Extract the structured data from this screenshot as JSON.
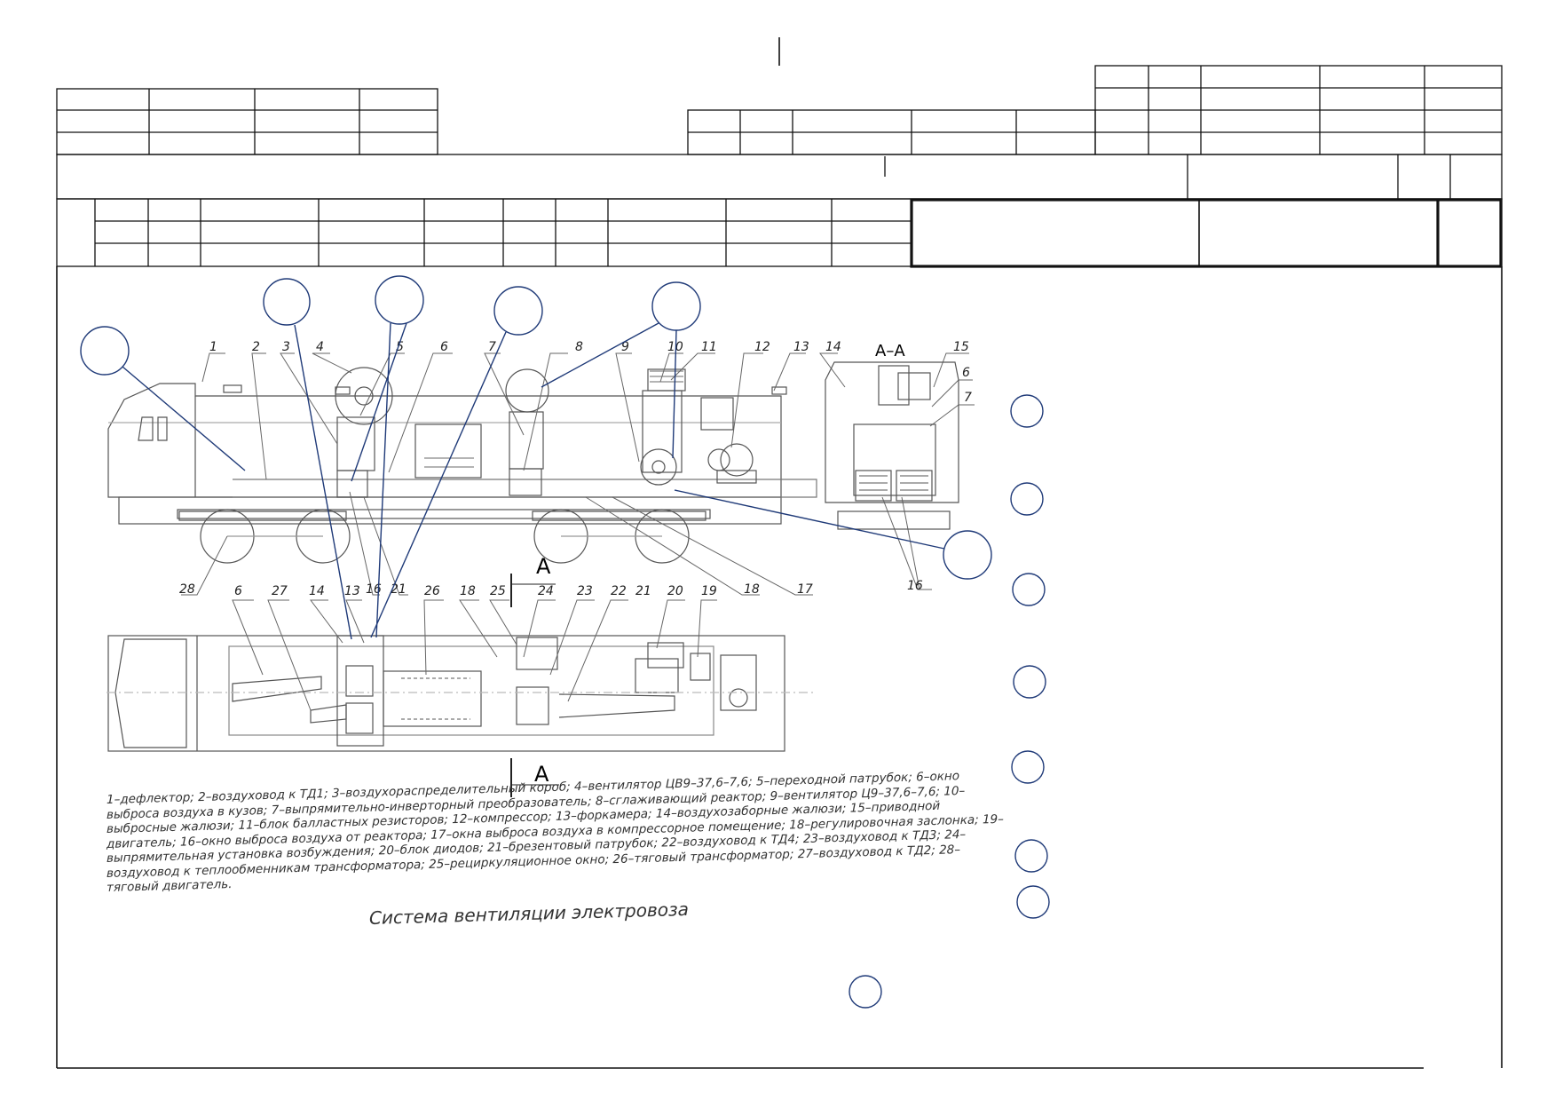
{
  "sheet": {
    "type": "engineering-drawing",
    "border_color": "#111111",
    "marker_color": "#1f3a78",
    "drawing_color": "#333333"
  },
  "drawing": {
    "callout_numbers": [
      "1",
      "2",
      "3",
      "4",
      "5",
      "6",
      "7",
      "8",
      "9",
      "10",
      "11",
      "12",
      "13",
      "14",
      "15",
      "6",
      "7"
    ],
    "callout_numbers_lower": [
      "28",
      "16",
      "21",
      "18",
      "17",
      "16"
    ],
    "plan_callouts": [
      "6",
      "27",
      "14",
      "13",
      "16",
      "21",
      "26",
      "18",
      "25",
      "24",
      "23",
      "22",
      "21",
      "20",
      "19"
    ],
    "section_label": "А–А",
    "cut_marker_label": "А"
  },
  "legend_text": "1–дефлектор; 2–воздуховод к ТД1; 3–воздухораспределительный короб; 4–вентилятор ЦВ9–37,6–7,6; 5–переходной патрубок; 6–окно выброса воздуха в кузов; 7–выпрямительно-инверторный преобразователь; 8–сглаживающий реактор; 9–вентилятор Ц9–37,6–7,6; 10–выбросные жалюзи; 11–блок балластных резисторов; 12–компрессор; 13–форкамера; 14–воздухозаборные жалюзи; 15–приводной двигатель; 16–окно выброса воздуха от реактора; 17–окна выброса воздуха в компрессорное помещение; 18–регулировочная заслонка; 19–выпрямительная установка возбуждения; 20–блок диодов; 21–брезентовый патрубок; 22–воздуховод к ТД4; 23–воздуховод к ТД3; 24–воздуховод к теплообменникам трансформатора; 25–рециркуляционное окно; 26–тяговый трансформатор; 27–воздуховод к ТД2; 28–тяговый двигатель.",
  "caption": "Система вентиляции электровоза"
}
